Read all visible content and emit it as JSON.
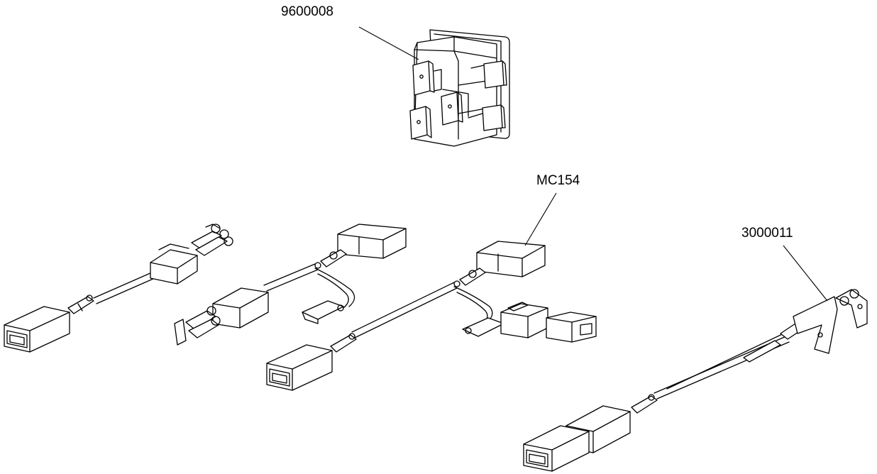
{
  "labels": {
    "switch": "9600008",
    "harness_center": "MC154",
    "harness_right": "3000011"
  }
}
